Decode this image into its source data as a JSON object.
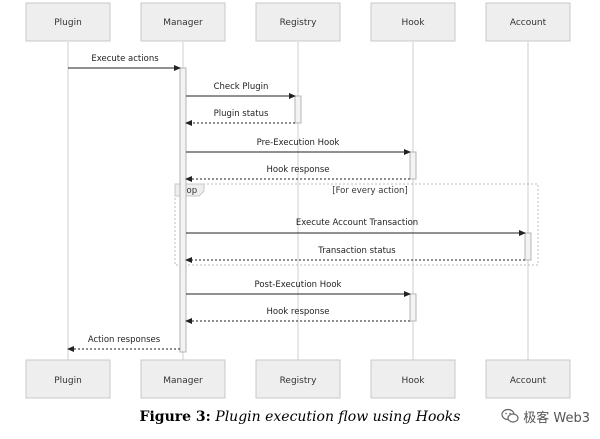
{
  "actors": [
    {
      "id": "plugin",
      "label": "Plugin"
    },
    {
      "id": "manager",
      "label": "Manager"
    },
    {
      "id": "registry",
      "label": "Registry"
    },
    {
      "id": "hook",
      "label": "Hook"
    },
    {
      "id": "account",
      "label": "Account"
    }
  ],
  "messages": [
    {
      "label": "Execute actions",
      "from": "plugin",
      "to": "manager",
      "dashed": false
    },
    {
      "label": "Check Plugin",
      "from": "manager",
      "to": "registry",
      "dashed": false
    },
    {
      "label": "Plugin status",
      "from": "registry",
      "to": "manager",
      "dashed": true
    },
    {
      "label": "Pre-Execution Hook",
      "from": "manager",
      "to": "hook",
      "dashed": false
    },
    {
      "label": "Hook response",
      "from": "hook",
      "to": "manager",
      "dashed": true
    },
    {
      "label": "Execute Account Transaction",
      "from": "manager",
      "to": "account",
      "dashed": false
    },
    {
      "label": "Transaction status",
      "from": "account",
      "to": "manager",
      "dashed": true
    },
    {
      "label": "Post-Execution Hook",
      "from": "manager",
      "to": "hook",
      "dashed": false
    },
    {
      "label": "Hook response",
      "from": "hook",
      "to": "manager",
      "dashed": true
    },
    {
      "label": "Action responses",
      "from": "manager",
      "to": "plugin",
      "dashed": true
    }
  ],
  "loop": {
    "label": "loop",
    "condition": "[For every action]"
  },
  "caption": {
    "figure": "Figure 3:",
    "title": "Plugin execution flow using Hooks"
  },
  "watermark": {
    "text": "极客 Web3",
    "icon": "wechat-icon"
  }
}
